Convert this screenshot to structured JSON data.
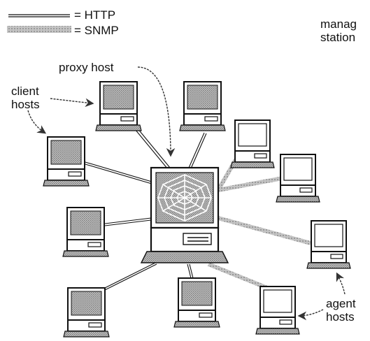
{
  "legend": {
    "http_label": "= HTTP",
    "snmp_label": "= SNMP"
  },
  "labels": {
    "management_line1": "manag",
    "management_line2": "station",
    "proxy_host": "proxy host",
    "client_line1": "client",
    "client_line2": "hosts",
    "agent_line1": "agent",
    "agent_line2": "hosts"
  },
  "icons": {
    "client_computer": "computer-with-gray-screen",
    "agent_computer": "computer-with-white-screen",
    "proxy_computer": "computer-with-web-screen"
  },
  "colors": {
    "ink": "#111111",
    "screen_gray": "#9a9a9a",
    "snmp_gray": "#b4b4b4"
  }
}
